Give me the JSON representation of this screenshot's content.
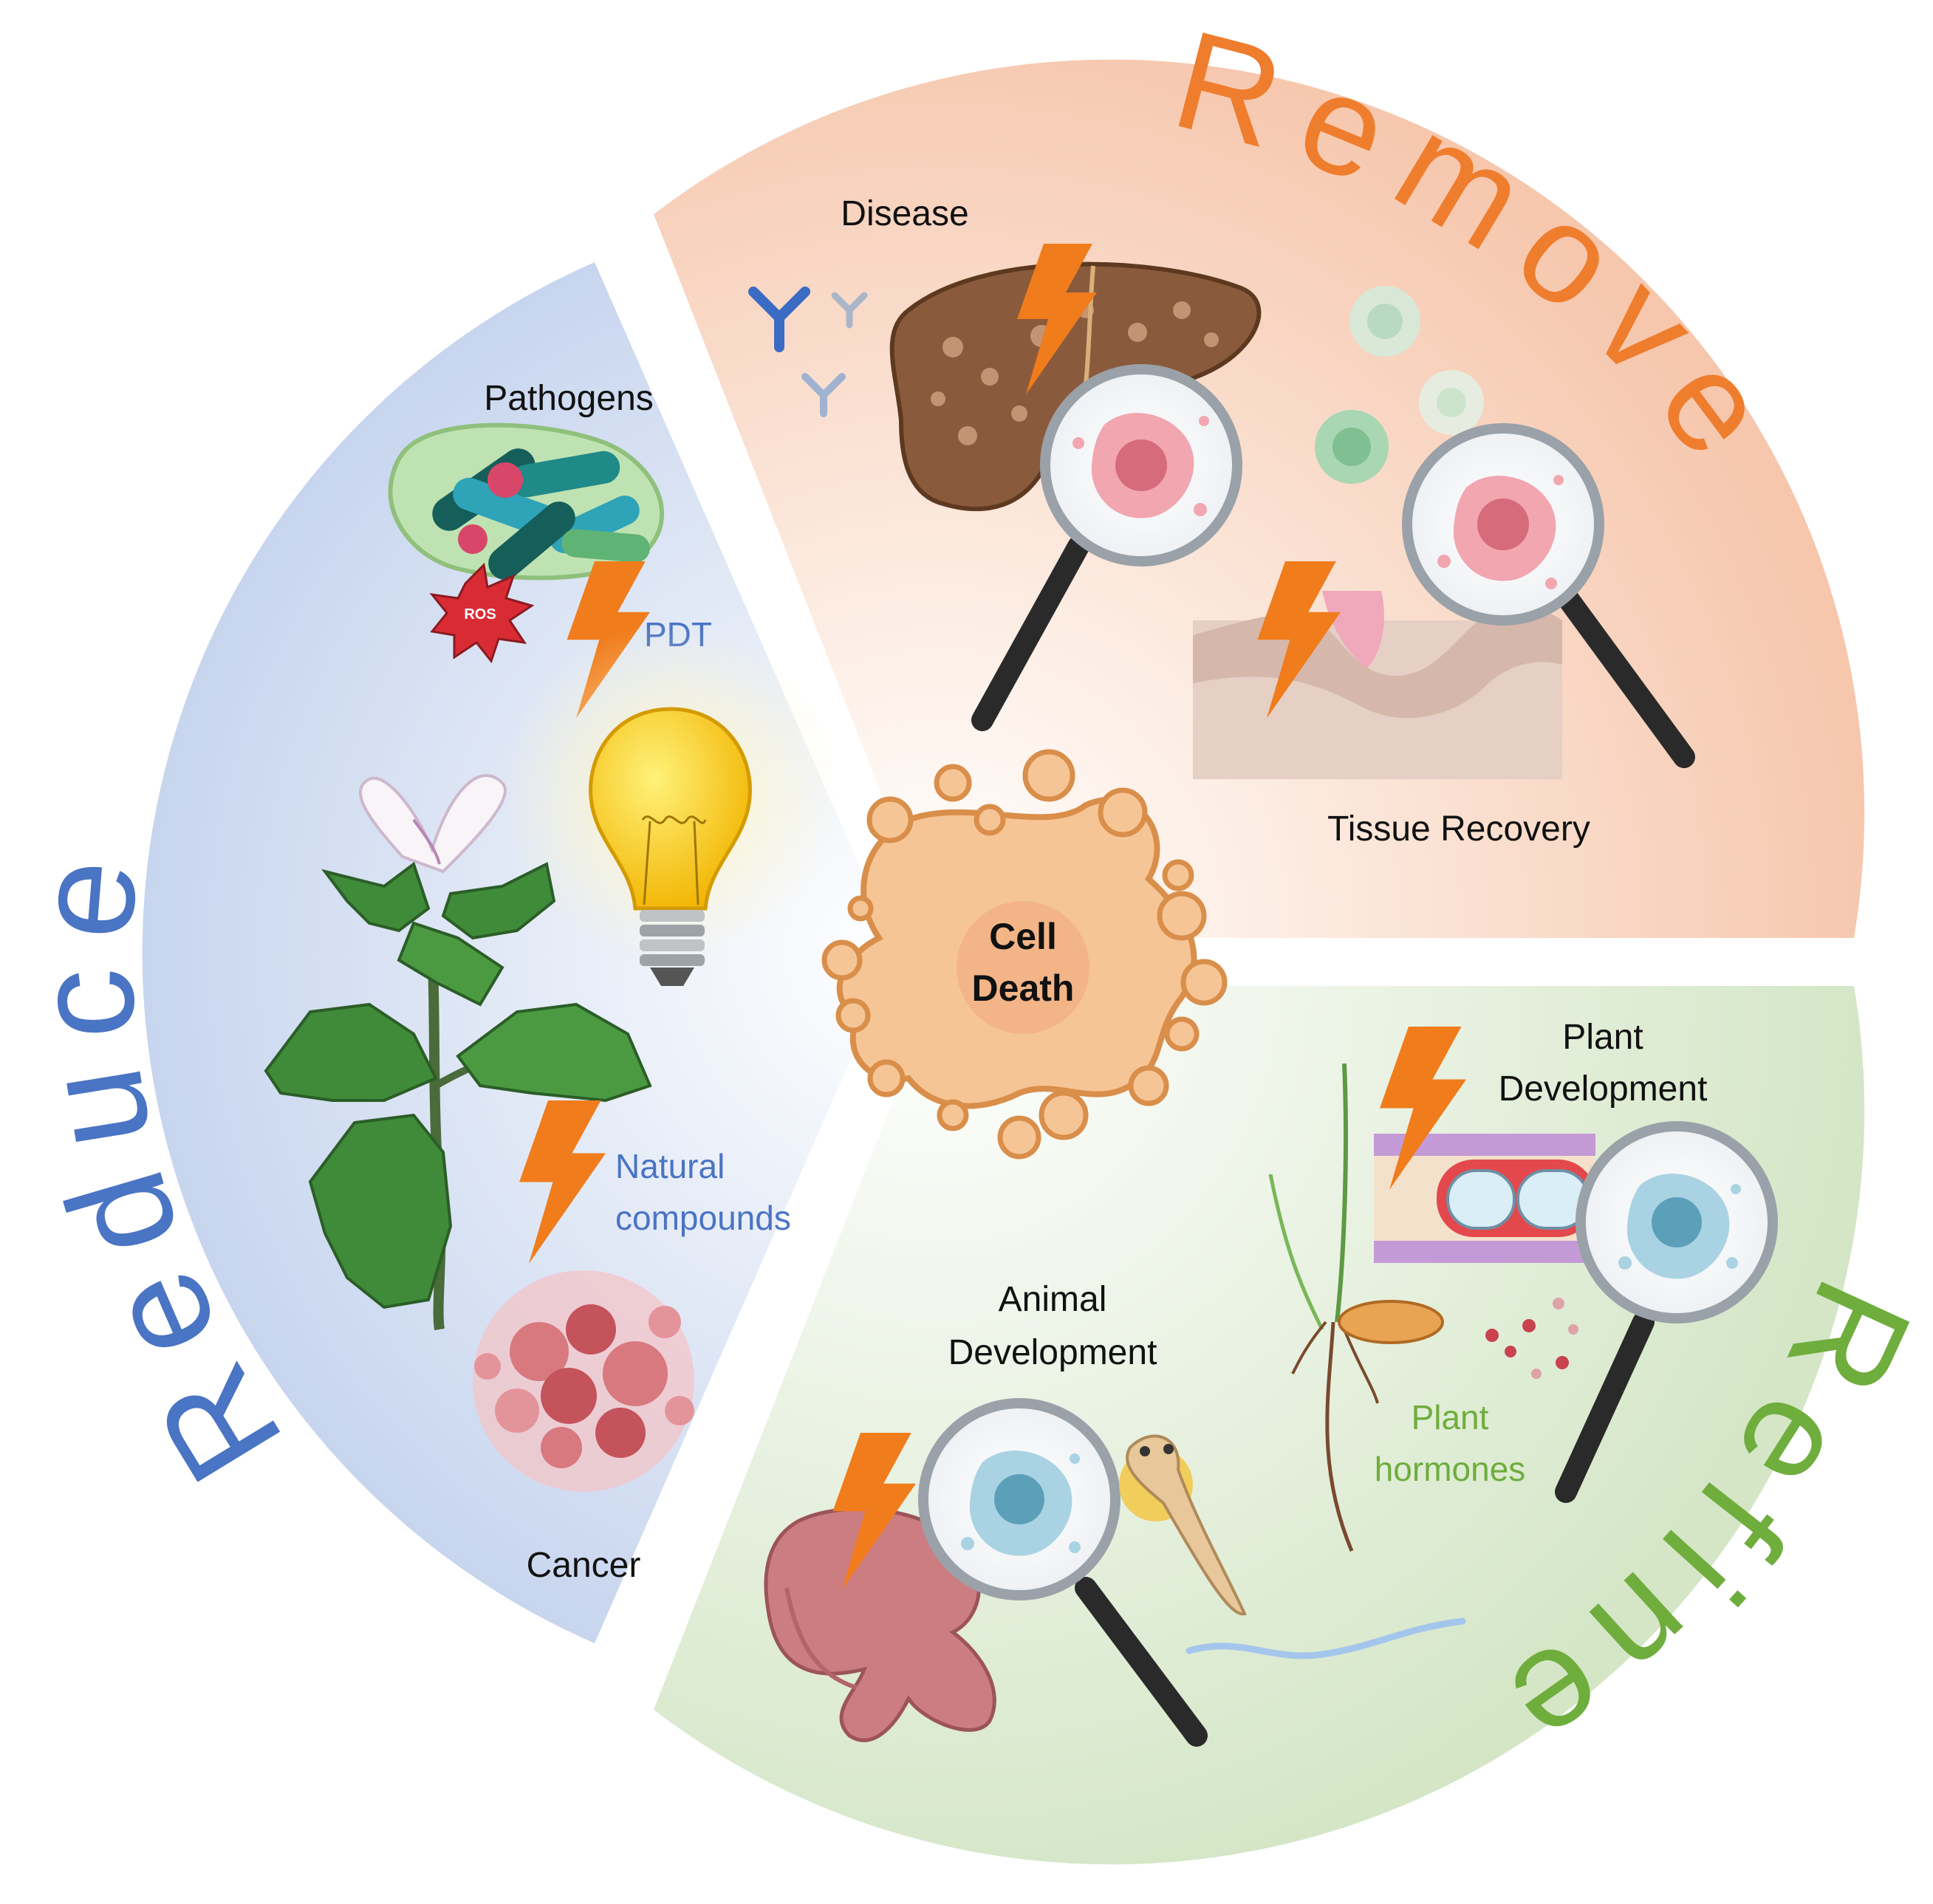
{
  "center": {
    "line1": "Cell",
    "line2": "Death"
  },
  "arc_words": {
    "reduce": "Reduce",
    "remove": "Remove",
    "refine": "Refine"
  },
  "labels": {
    "disease": "Disease",
    "tissue_recovery": "Tissue Recovery",
    "pathogens": "Pathogens",
    "ros": "ROS",
    "pdt": "PDT",
    "natural_compounds_1": "Natural",
    "natural_compounds_2": "compounds",
    "cancer": "Cancer",
    "animal_development_1": "Animal",
    "animal_development_2": "Development",
    "plant_development_1": "Plant",
    "plant_development_2": "Development",
    "plant_hormones_1": "Plant",
    "plant_hormones_2": "hormones"
  },
  "colors": {
    "reduce": "#4a74c4",
    "remove": "#ef7d2e",
    "refine": "#6fad3d",
    "reduce_bg": "#c9d6ef",
    "remove_bg": "#f7cdb4",
    "refine_bg": "#dbead0",
    "bolt": "#f07c1c",
    "blob": "#f6c596",
    "blob_stroke": "#d98e4a"
  }
}
